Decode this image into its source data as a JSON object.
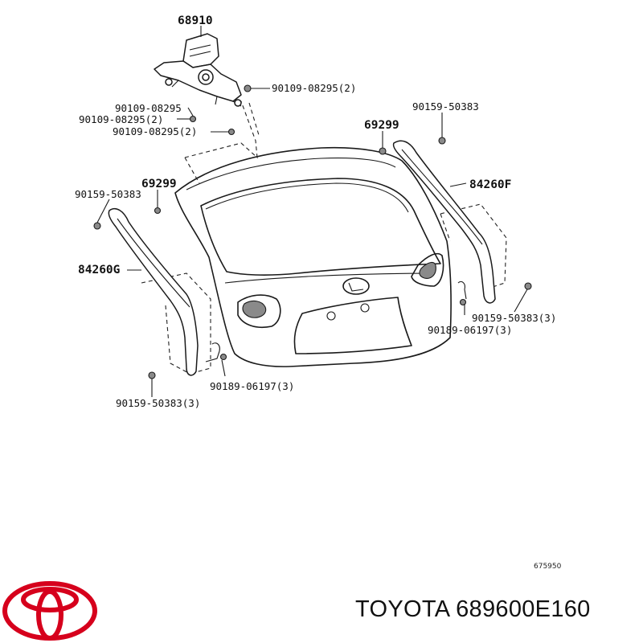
{
  "callouts": {
    "motor": "68910",
    "bolt_top_right": "90109-08295(2)",
    "bolt_left_1": "90109-08295",
    "bolt_left_2": "90109-08295(2)",
    "bolt_left_3": "90109-08295(2)",
    "stop_right": "69299",
    "screw_right_top": "90159-50383",
    "stop_left": "69299",
    "screw_left_top": "90159-50383",
    "strip_right": "84260F",
    "strip_left": "84260G",
    "screw_right_bottom": "90159-50383(3)",
    "clip_right": "90189-06197(3)",
    "clip_left": "90189-06197(3)",
    "screw_left_bottom": "90159-50383(3)"
  },
  "diagram_code": "675950",
  "footer": {
    "brand_text": "TOYOTA 689600E160",
    "logo_color": "#d6001c"
  }
}
